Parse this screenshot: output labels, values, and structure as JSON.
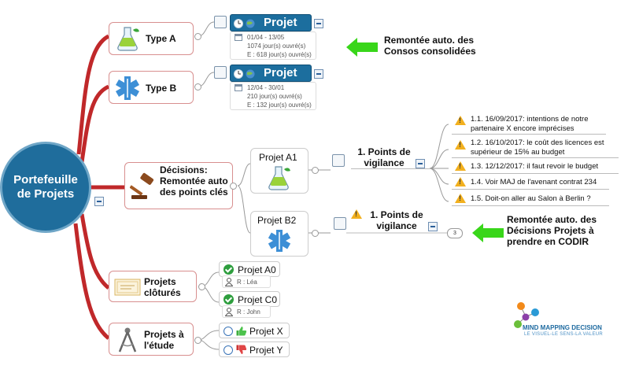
{
  "central": {
    "label": "Portefeuille de Projets"
  },
  "branches": {
    "type_a": {
      "label": "Type A"
    },
    "type_b": {
      "label": "Type B"
    },
    "decisions": {
      "label": "Décisions: Remontée auto des points clés"
    },
    "clotures": {
      "label": "Projets clôturés"
    },
    "etude": {
      "label": "Projets à l'étude"
    }
  },
  "projet_a1_bar": {
    "title": "Projet A1",
    "dates": "01/04 - 13/05",
    "duration": "1074 jour(s) ouvré(s)",
    "effort": "E : 618 jour(s) ouvré(s)"
  },
  "projet_b2_bar": {
    "title": "Projet B2",
    "dates": "12/04 - 30/01",
    "duration": "210 jour(s) ouvré(s)",
    "effort": "E : 132 jour(s) ouvré(s)"
  },
  "callouts": {
    "consos": "Remontée auto. des Consos consolidées",
    "decisions": "Remontée auto. des Décisions Projets à prendre en CODIR"
  },
  "decision_nodes": {
    "a1": {
      "label": "Projet A1",
      "points": "1. Points de vigilance"
    },
    "b2": {
      "label": "Projet B2",
      "points": "1. Points de vigilance",
      "count": "3"
    }
  },
  "vigilance_items": [
    "1.1. 16/09/2017: intentions de notre partenaire X encore imprécises",
    "1.2. 16/10/2017: le coût des licences est supérieur de 15% au budget",
    "1.3. 12/12/2017: il faut revoir le budget",
    "1.4. Voir MAJ de l'avenant contrat 234",
    "1.5. Doit-on aller au Salon à Berlin ?"
  ],
  "clotures_items": [
    {
      "label": "Projet A0",
      "resp": "R : Léa"
    },
    {
      "label": "Projet C0",
      "resp": "R : John"
    }
  ],
  "etude_items": [
    {
      "label": "Projet X"
    },
    {
      "label": "Projet Y"
    }
  ],
  "logo": {
    "name": "MIND MAPPING DECISION",
    "tagline": "LE VISUEL-LE SENS-LA VALEUR"
  },
  "colors": {
    "branch": "#c0282a",
    "central": "#1f6d9c",
    "bar": "#1c6e9e",
    "arrow": "#39d61a",
    "warning": "#f2b01e"
  }
}
